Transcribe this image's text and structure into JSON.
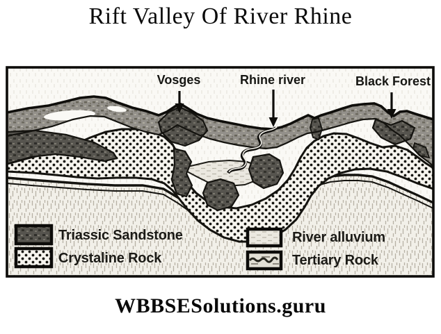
{
  "title": "Rift Valley Of River Rhine",
  "watermark": "WBBSESolutions.guru",
  "diagram": {
    "type": "geological-cross-section",
    "annotations": [
      {
        "label": "Vosges"
      },
      {
        "label": "Rhine river"
      },
      {
        "label": "Black Forest"
      }
    ],
    "legend": [
      {
        "label": "Triassic Sandstone",
        "swatch": "dark-mottled-rock"
      },
      {
        "label": "Crystaline Rock",
        "swatch": "dotted-rock"
      },
      {
        "label": "River alluvium",
        "swatch": "light-lined-sediment"
      },
      {
        "label": "Tertiary Rock",
        "swatch": "dark-scribble-sediment"
      }
    ]
  },
  "colors": {
    "ink": "#121210",
    "paper": "#faf9f5",
    "rock_gray": "#93908a",
    "rock_dark": "#57554f",
    "base_dash": "#b6b1a5"
  }
}
